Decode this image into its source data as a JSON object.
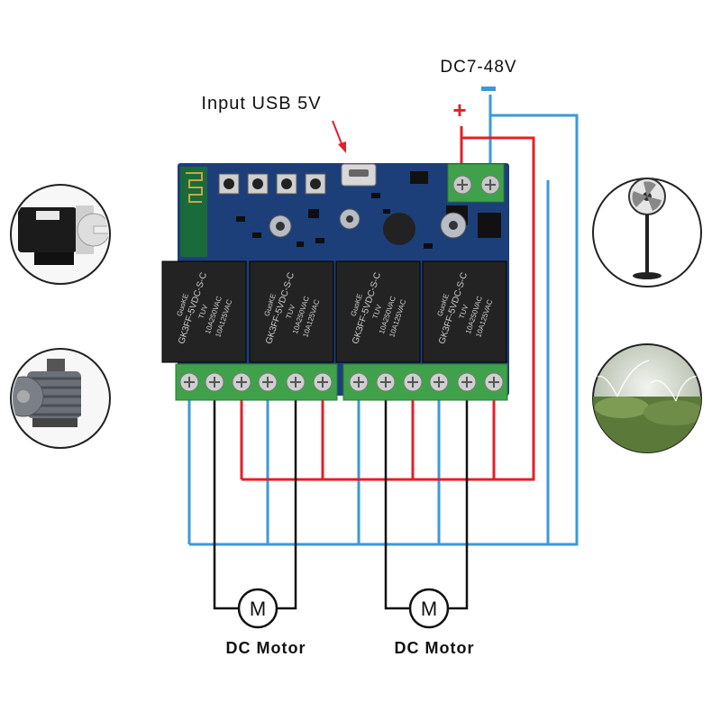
{
  "labels": {
    "usb_input": "Input USB 5V",
    "dc_supply": "DC7-48V",
    "plus_sign": "+",
    "minus_sign": "−",
    "motor_left": "DC Motor",
    "motor_right": "DC Motor",
    "motor_symbol_left": "M",
    "motor_symbol_right": "M"
  },
  "relays": [
    {
      "lines": [
        "GuoKE",
        "GK3FF-5VDC-S-C",
        "TUV",
        "10A250VAC",
        "10A125VAC"
      ]
    },
    {
      "lines": [
        "GuoKE",
        "GK3FF-5VDC-S-C",
        "TUV",
        "10A250VAC",
        "10A125VAC"
      ]
    },
    {
      "lines": [
        "GuoKE",
        "GK3FF-5VDC-S-C",
        "TUV",
        "10A250VAC",
        "10A125VAC"
      ]
    },
    {
      "lines": [
        "GuoKE",
        "GK3FF-5VDC-S-C",
        "TUV",
        "10A250VAC",
        "10A125VAC"
      ]
    }
  ],
  "devices": {
    "left_top": "dc-motor-photo",
    "left_bottom": "ac-motor-photo",
    "right_top": "standing-fan-photo",
    "right_bottom": "sprinkler-photo"
  },
  "colors": {
    "positive_wire": "#e0202a",
    "negative_wire": "#3a9ad9",
    "motor_wire": "#111111",
    "pcb": "#1c3f7a",
    "relay_body": "#222222",
    "terminal": "#3fa24a",
    "usb_arrow": "#e0202a"
  }
}
